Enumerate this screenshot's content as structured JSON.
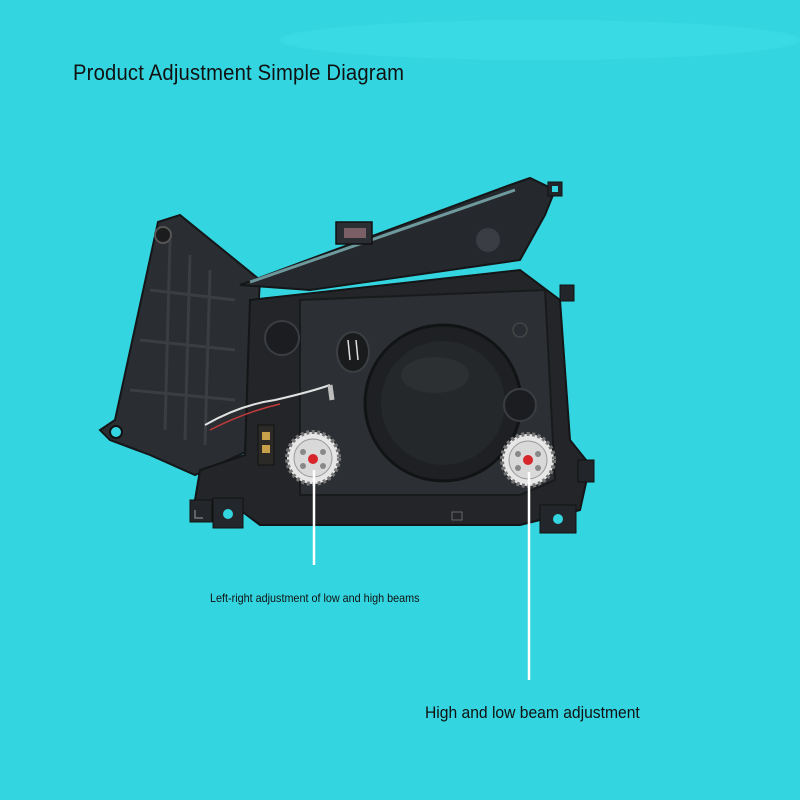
{
  "title": "Product Adjustment Simple Diagram",
  "callouts": {
    "left": "Left-right adjustment of low and high beams",
    "right": "High and low beam adjustment"
  },
  "colors": {
    "background": "#33d6e0",
    "housing": "#1f2124",
    "gear": "#e8e8e8",
    "gear_center": "#d8252a",
    "leader_line": "#ffffff"
  }
}
